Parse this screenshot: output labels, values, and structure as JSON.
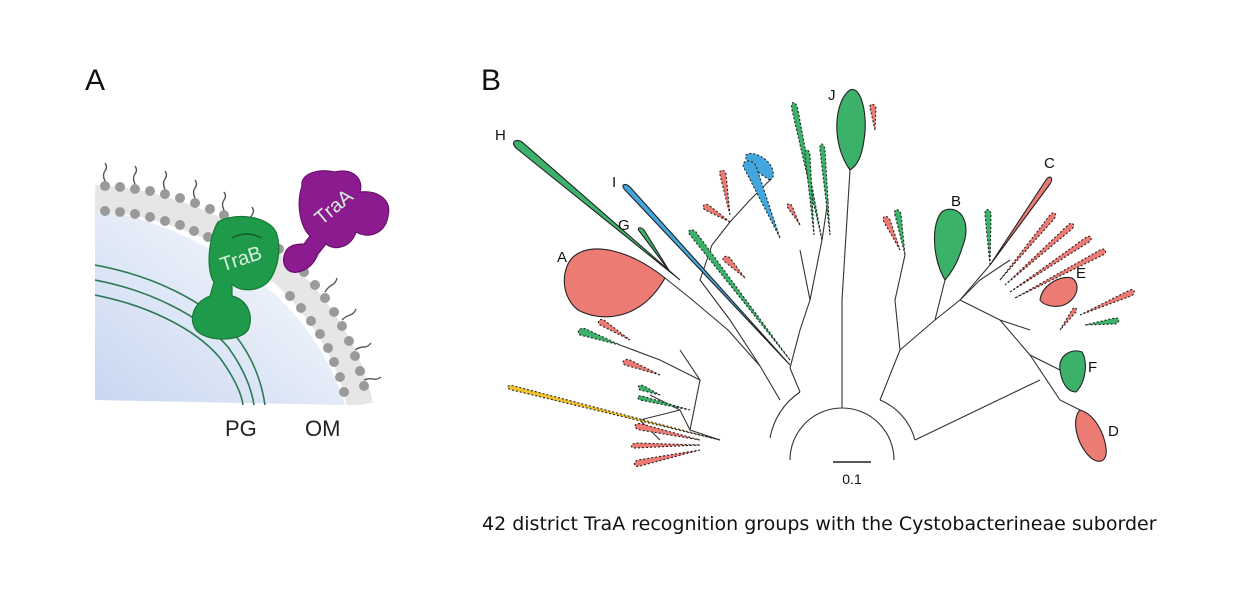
{
  "panels": {
    "a": {
      "letter": "A",
      "labels": {
        "pg": "PG",
        "om": "OM"
      },
      "proteins": {
        "trab": "TraB",
        "traa": "TraA"
      }
    },
    "b": {
      "letter": "B",
      "scale_bar": "0.1",
      "clade_labels": [
        "A",
        "B",
        "C",
        "D",
        "E",
        "F",
        "G",
        "H",
        "I",
        "J"
      ]
    }
  },
  "caption": "42 district TraA recognition groups with the Cystobacterineae suborder",
  "colors": {
    "green": "#3bb16a",
    "purple": "#8e1b93",
    "blue": "#43a7de",
    "red": "#ec7b74",
    "yellow": "#f2c230",
    "cytoplasm": "#b7c9e9"
  }
}
